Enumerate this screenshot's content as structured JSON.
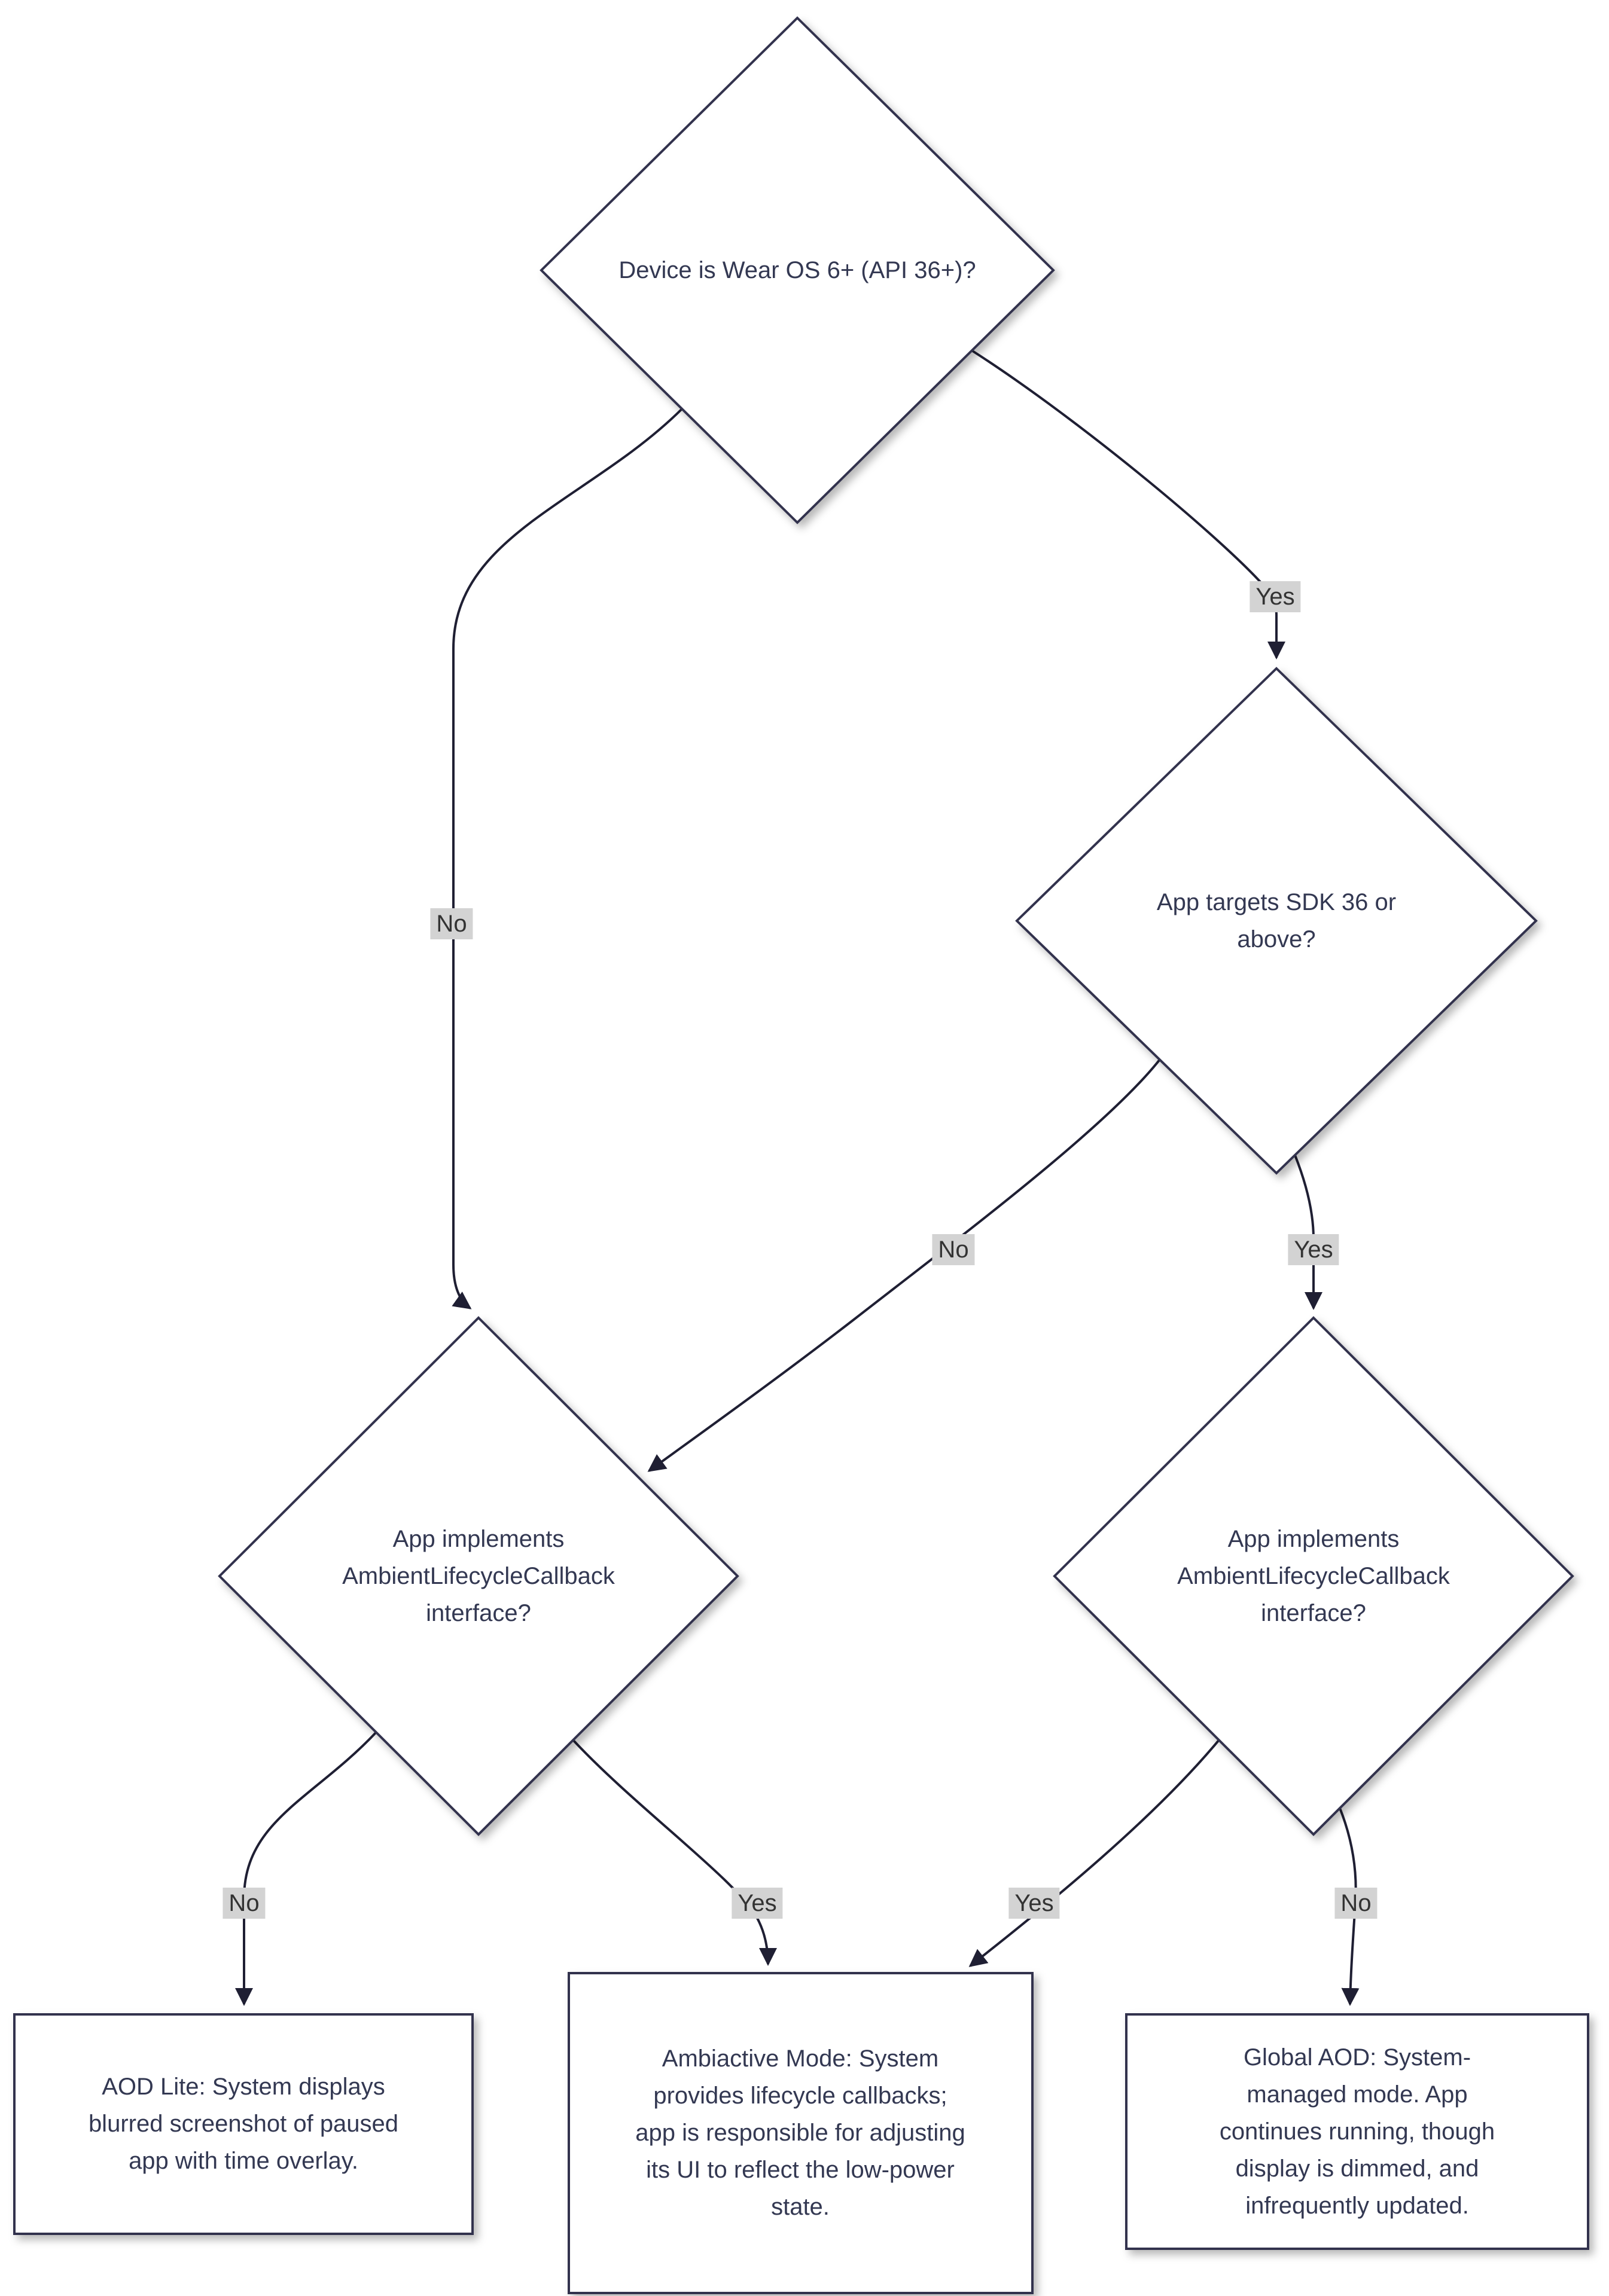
{
  "flowchart": {
    "nodes": [
      {
        "id": "device-check",
        "type": "decision",
        "label": "Device is Wear OS 6+ (API 36+)?"
      },
      {
        "id": "sdk-check",
        "type": "decision",
        "label": "App targets SDK 36 or above?"
      },
      {
        "id": "ambient-check-left",
        "type": "decision",
        "label": "App implements AmbientLifecycleCallback interface?"
      },
      {
        "id": "ambient-check-right",
        "type": "decision",
        "label": "App implements AmbientLifecycleCallback interface?"
      },
      {
        "id": "aod-lite",
        "type": "result",
        "label": "AOD Lite: System displays blurred screenshot of paused app with time overlay."
      },
      {
        "id": "ambiactive-mode",
        "type": "result",
        "label": "Ambiactive Mode: System provides lifecycle callbacks; app is responsible for adjusting its UI to reflect the low-power state."
      },
      {
        "id": "global-aod",
        "type": "result",
        "label": "Global AOD: System-managed mode. App continues running, though display is dimmed, and infrequently updated."
      }
    ],
    "edges": [
      {
        "from": "device-check",
        "to": "sdk-check",
        "label": "Yes"
      },
      {
        "from": "device-check",
        "to": "ambient-check-left",
        "label": "No"
      },
      {
        "from": "sdk-check",
        "to": "ambient-check-left",
        "label": "No"
      },
      {
        "from": "sdk-check",
        "to": "ambient-check-right",
        "label": "Yes"
      },
      {
        "from": "ambient-check-left",
        "to": "aod-lite",
        "label": "No"
      },
      {
        "from": "ambient-check-left",
        "to": "ambiactive-mode",
        "label": "Yes"
      },
      {
        "from": "ambient-check-right",
        "to": "ambiactive-mode",
        "label": "Yes"
      },
      {
        "from": "ambient-check-right",
        "to": "global-aod",
        "label": "No"
      }
    ],
    "colors": {
      "background": "#ffffff",
      "node_fill": "#ffffff",
      "node_border": "#32324e",
      "edge_line": "#1f1f33",
      "text": "#333852",
      "edge_label_bg": "#d3d3d3"
    }
  }
}
